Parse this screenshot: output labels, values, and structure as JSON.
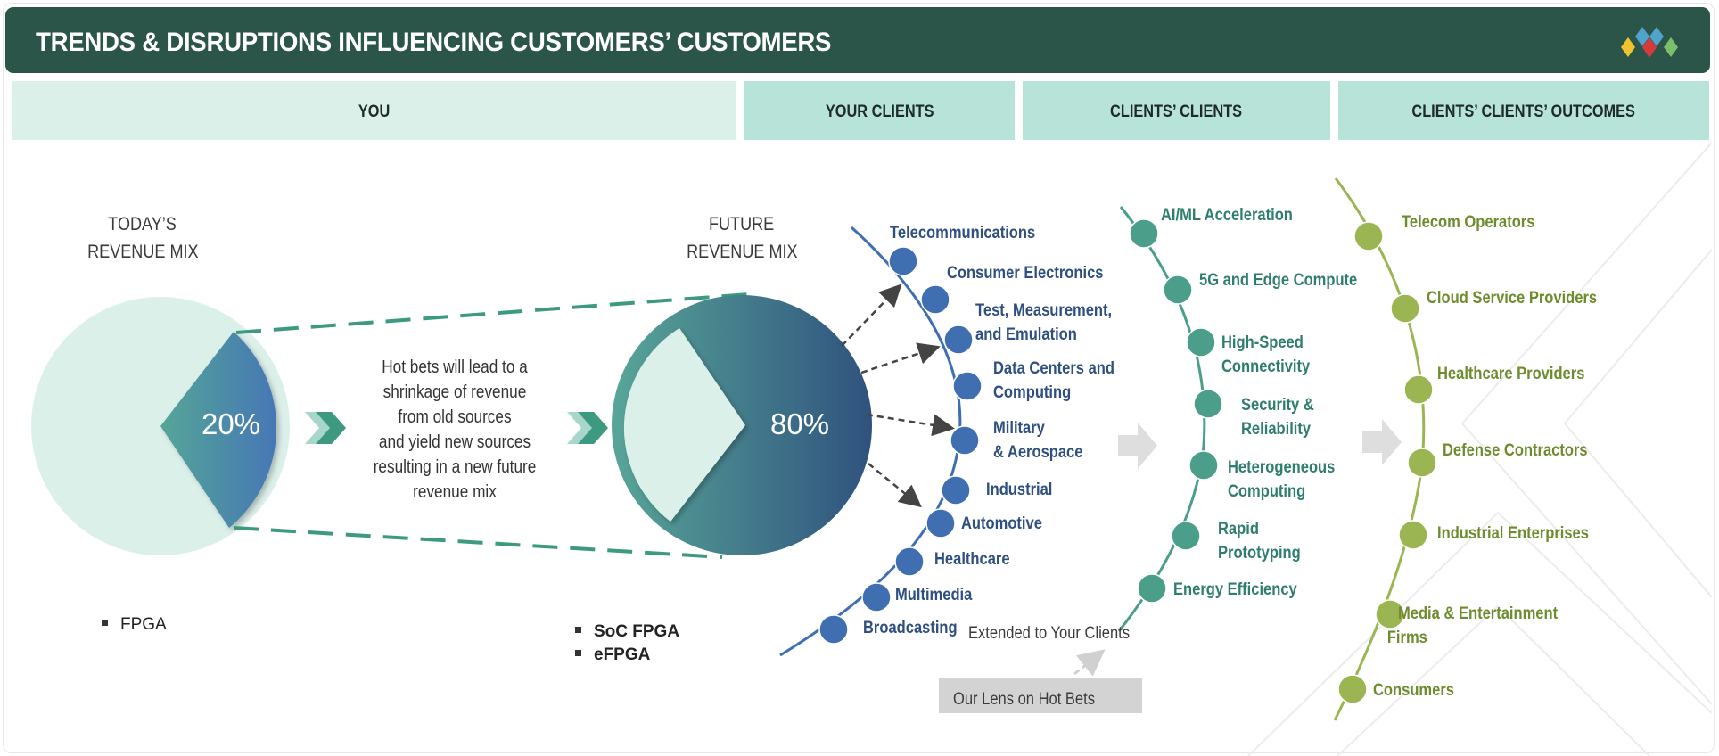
{
  "header": {
    "title": "TRENDS & DISRUPTIONS INFLUENCING CUSTOMERS’ CUSTOMERS",
    "logo_icon": "diamond-cluster-logo-icon",
    "logo_colors": [
      "#4fa3cc",
      "#4fa3cc",
      "#f0c330",
      "#d63a3a",
      "#7cbf6a"
    ]
  },
  "columns": [
    {
      "label": "YOU"
    },
    {
      "label": "YOUR CLIENTS"
    },
    {
      "label": "CLIENTS’ CLIENTS"
    },
    {
      "label": "CLIENTS’ CLIENTS’ OUTCOMES"
    }
  ],
  "today_mix": {
    "title_line1": "TODAY’S",
    "title_line2": "REVENUE MIX",
    "highlight_percent_label": "20%",
    "highlight_share": 0.2,
    "legend": [
      "FPGA"
    ]
  },
  "transition_text": [
    "Hot bets will lead to a",
    "shrinkage of revenue",
    "from old sources",
    "and yield new sources",
    "resulting in a new future",
    "revenue mix"
  ],
  "future_mix": {
    "title_line1": "FUTURE",
    "title_line2": "REVENUE MIX",
    "highlight_percent_label": "80%",
    "highlight_share": 0.8,
    "legend": [
      "SoC FPGA",
      "eFPGA"
    ]
  },
  "your_clients": [
    "Telecommunications",
    "Consumer Electronics",
    "Test, Measurement,|and Emulation",
    "Data Centers and|Computing",
    "Military|& Aerospace",
    "Industrial",
    "Automotive",
    "Healthcare",
    "Multimedia",
    "Broadcasting"
  ],
  "clients_clients": [
    "AI/ML Acceleration",
    "5G and Edge Compute",
    "High-Speed|Connectivity",
    "Security &|Reliability",
    "Heterogeneous|Computing",
    "Rapid|Prototyping",
    "Energy Efficiency"
  ],
  "outcomes": [
    "Telecom Operators",
    "Cloud Service Providers",
    "Healthcare Providers",
    "Defense Contractors",
    "Industrial Enterprises",
    "Media & Entertainment|Firms",
    "Consumers"
  ],
  "footer": {
    "extended_label": "Extended to Your Clients",
    "lens_label": "Our Lens on Hot Bets"
  },
  "colors": {
    "title_bar": "#2c5549",
    "clients_blue": "#3f6fb0",
    "clients_clients_teal": "#4a9e8a",
    "outcomes_olive": "#9bb552",
    "accent_green": "#3d9a80"
  }
}
